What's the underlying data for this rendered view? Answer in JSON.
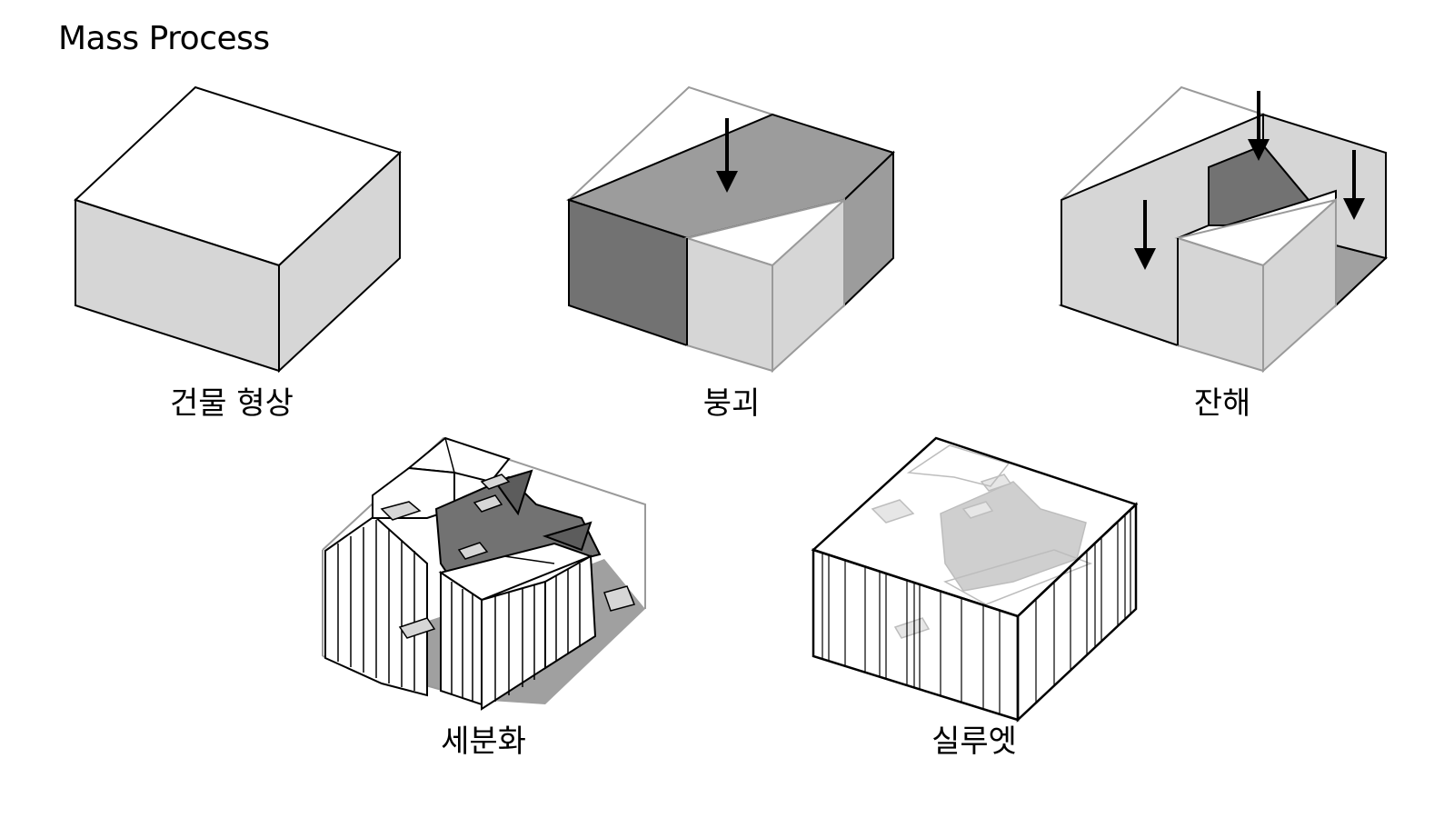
{
  "title": "Mass Process",
  "stages": [
    {
      "label": "건물 형상"
    },
    {
      "label": "붕괴"
    },
    {
      "label": "잔해"
    },
    {
      "label": "세분화"
    },
    {
      "label": "실루엣"
    }
  ],
  "colors": {
    "edge": "#000000",
    "faint_edge": "#9a9a9a",
    "light_face": "#d6d6d6",
    "mid_face": "#9c9c9c",
    "dark_face": "#727272",
    "floor_shadow": "#a0a0a0",
    "white": "#ffffff"
  }
}
